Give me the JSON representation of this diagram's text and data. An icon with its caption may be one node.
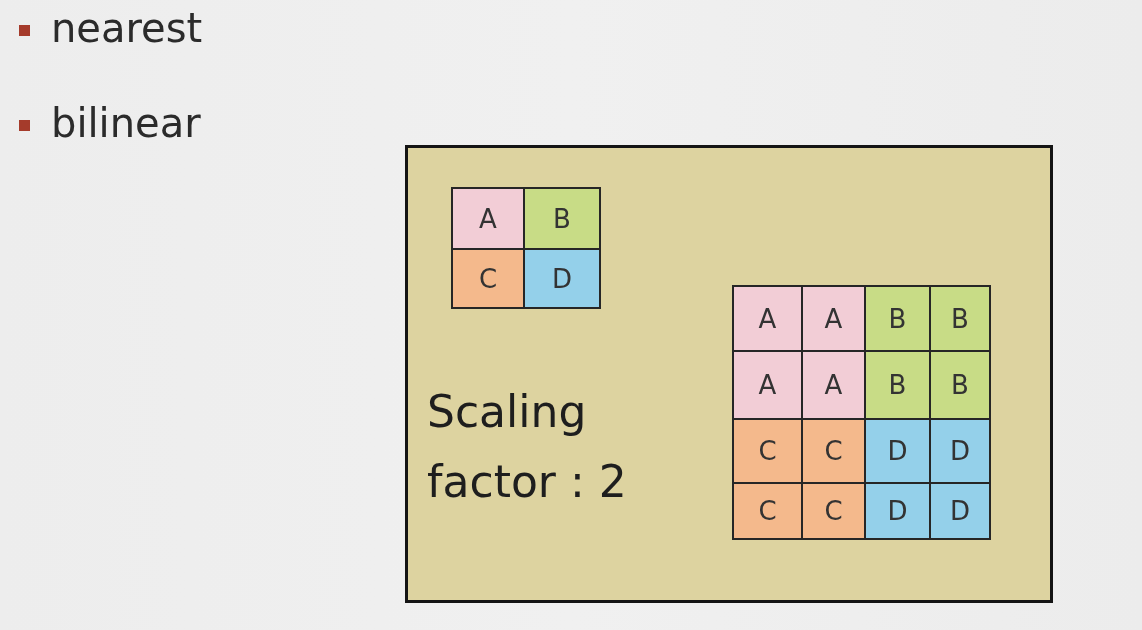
{
  "diagram": {
    "nodes": [
      {
        "text": [
          "Scaling factor : 2"
        ]
      },
      {
        "text": [
          "A"
        ],
        "in": 0
      },
      {
        "text": [
          "B"
        ],
        "in": 0
      },
      {
        "text": [
          "C"
        ],
        "in": 0
      },
      {
        "text": [
          "D"
        ],
        "in": 0
      },
      {
        "text": [
          "A"
        ],
        "in": 0
      },
      {
        "text": [
          "A"
        ],
        "in": 0
      },
      {
        "text": [
          "B"
        ],
        "in": 0
      },
      {
        "text": [
          "B"
        ],
        "in": 0
      },
      {
        "text": [
          "A"
        ],
        "in": 0
      },
      {
        "text": [
          "A"
        ],
        "in": 0
      },
      {
        "text": [
          "B"
        ],
        "in": 0
      },
      {
        "text": [
          "B"
        ],
        "in": 0
      },
      {
        "text": [
          "C"
        ],
        "in": 0
      },
      {
        "text": [
          "C"
        ],
        "in": 0
      },
      {
        "text": [
          "D"
        ],
        "in": 0
      },
      {
        "text": [
          "D"
        ],
        "in": 0
      },
      {
        "text": [
          "C"
        ],
        "in": 0
      },
      {
        "text": [
          "C"
        ],
        "in": 0
      },
      {
        "text": [
          "D"
        ],
        "in": 0
      },
      {
        "text": [
          "D"
        ],
        "in": 0
      }
    ],
    "labels": [
      "nearest",
      "bilinear"
    ]
  }
}
